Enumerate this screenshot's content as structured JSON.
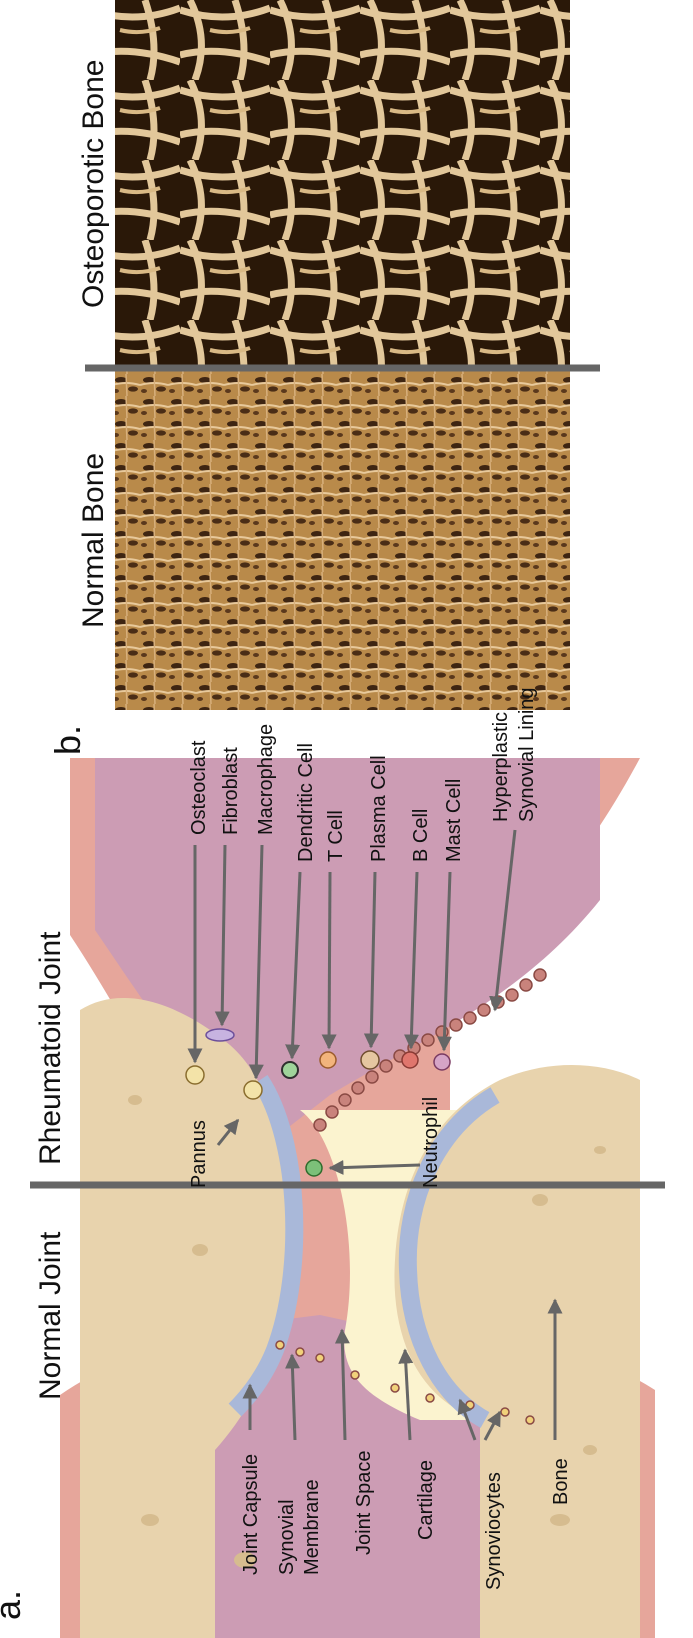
{
  "panel_b": {
    "letter": "b.",
    "photo_left": {
      "label": "Normal Bone"
    },
    "photo_right": {
      "label": "Osteoporotic Bone"
    }
  },
  "panel_a": {
    "letter": "a.",
    "section_labels": {
      "normal": "Normal Joint",
      "rheumatoid": "Rheumatoid Joint"
    },
    "top_labels": {
      "osteoclast": "Osteoclast",
      "fibroblast": "Fibroblast",
      "macrophage": "Macrophage",
      "dendritic": "Dendritic Cell",
      "tcell": "T Cell",
      "plasma": "Plasma Cell",
      "bcell": "B Cell",
      "mast": "Mast Cell",
      "hyper1": "Hyperplastic",
      "hyper2": "Synovial Lining"
    },
    "inner_labels": {
      "pannus": "Pannus",
      "neutrophil": "Neutrophil"
    },
    "bottom_labels": {
      "joint_capsule": "Joint Capsule",
      "synovial1": "Synovial",
      "synovial2": "Membrane",
      "joint_space": "Joint Space",
      "cartilage": "Cartilage",
      "synoviocytes": "Synoviocytes",
      "bone": "Bone"
    }
  },
  "colors": {
    "bone": "#e8d3ad",
    "capsule": "#e6a69b",
    "synovium": "#cc9cb4",
    "cartilage": "#a9b8d9",
    "joint_space": "#fbf3cf",
    "divider": "#666666",
    "arrow": "#666666"
  }
}
